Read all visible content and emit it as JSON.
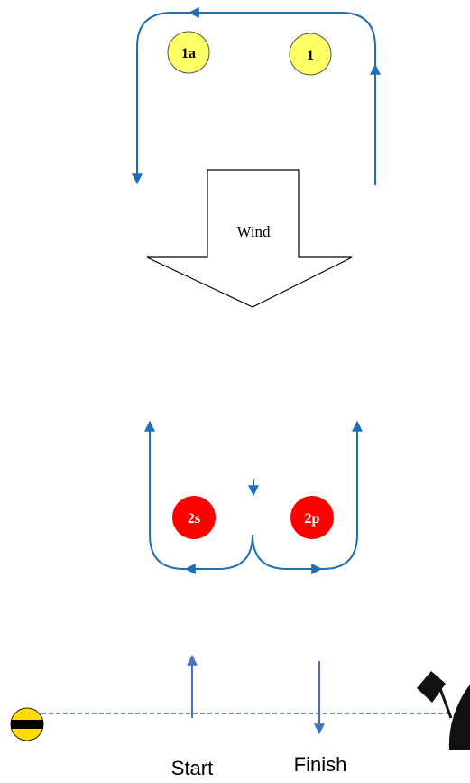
{
  "marks": {
    "mark_1a": {
      "label": "1a",
      "fill": "#ffff66"
    },
    "mark_1": {
      "label": "1",
      "fill": "#ffff66"
    },
    "mark_2s": {
      "label": "2s",
      "fill": "#ff0000"
    },
    "mark_2p": {
      "label": "2p",
      "fill": "#ff0000"
    }
  },
  "wind": {
    "label": "Wind"
  },
  "line_labels": {
    "start": "Start",
    "finish": "Finish"
  },
  "colors": {
    "course_line": "#1f6fb8",
    "start_line": "#4472c4",
    "mark_outline": "#555555",
    "pin_buoy": "#ffdd00",
    "committee_boat": "#111111"
  },
  "icons": {
    "pin_end": "buoy-icon",
    "committee_end": "committee-boat-icon",
    "wind": "wind-arrow-icon"
  }
}
